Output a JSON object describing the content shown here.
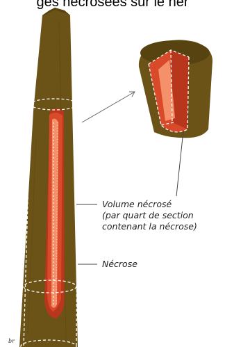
{
  "title": "ges nécrosées sur le her",
  "labels": {
    "volume": [
      "Volume nécrosé",
      "(par quart de section",
      "contenant la nécrose)"
    ],
    "necrose": "Nécrose"
  },
  "credit": "br",
  "colors": {
    "stem": "#6b5318",
    "stem_dark": "#57430f",
    "necrosis": "#d94a2a",
    "necrosis_light": "#f4906a",
    "dashes": "#ffffff"
  }
}
